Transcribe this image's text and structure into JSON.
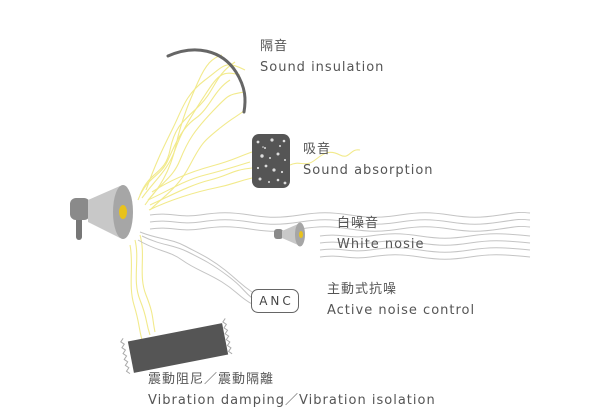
{
  "diagram": {
    "labels": {
      "insulation": {
        "zh": "隔音",
        "en": "Sound insulation"
      },
      "absorption": {
        "zh": "吸音",
        "en": "Sound absorption"
      },
      "white_noise": {
        "zh": "白噪音",
        "en": "White nosie"
      },
      "anc": {
        "badge": "ANC",
        "zh": "主動式抗噪",
        "en": "Active noise control"
      },
      "vibration": {
        "zh": "震動阻尼／震動隔離",
        "en": "Vibration damping／Vibration isolation"
      }
    },
    "colors": {
      "yellow_wave": "#f2ea8c",
      "gray_wave": "#c4c4c4",
      "speaker_gray": "#8a8a8a",
      "speaker_light": "#c8c8c8",
      "cone_yellow": "#e8c21d",
      "dark_block": "#555555"
    }
  }
}
